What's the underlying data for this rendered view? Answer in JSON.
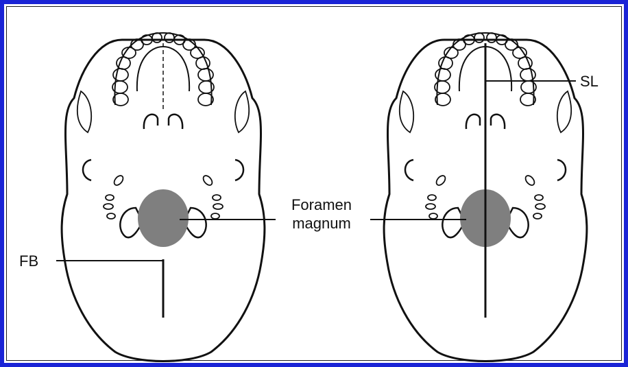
{
  "labels": {
    "foramen_line1": "Foramen",
    "foramen_line2": "magnum",
    "fb": "FB",
    "sl": "SL"
  },
  "colors": {
    "outer_border": "#1a24d6",
    "line": "#111111",
    "foramen_fill": "#7f7f7f"
  }
}
